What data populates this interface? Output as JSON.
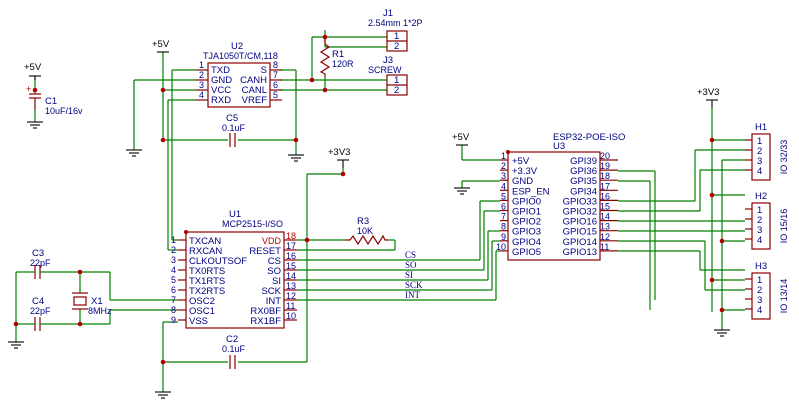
{
  "power": {
    "p5v": "+5V",
    "p3v3": "+3V3"
  },
  "c1": {
    "ref": "C1",
    "value": "10uF/16v",
    "plus": "+"
  },
  "u2": {
    "ref": "U2",
    "value": "TJA1050T/CM,118",
    "pins": [
      {
        "num": "1",
        "name": "TXD"
      },
      {
        "num": "2",
        "name": "GND"
      },
      {
        "num": "3",
        "name": "VCC"
      },
      {
        "num": "4",
        "name": "RXD"
      },
      {
        "num": "8",
        "name": "S"
      },
      {
        "num": "7",
        "name": "CANH"
      },
      {
        "num": "6",
        "name": "CANL"
      },
      {
        "num": "5",
        "name": "VREF"
      }
    ]
  },
  "r1": {
    "ref": "R1",
    "value": "120R"
  },
  "j1": {
    "ref": "J1",
    "value": "2.54mm 1*2P",
    "pins": [
      "1",
      "2"
    ]
  },
  "j3": {
    "ref": "J3",
    "value": "SCREW",
    "pins": [
      "1",
      "2"
    ]
  },
  "c5": {
    "ref": "C5",
    "value": "0.1uF"
  },
  "c2": {
    "ref": "C2",
    "value": "0.1uF"
  },
  "c3": {
    "ref": "C3",
    "value": "22pF"
  },
  "c4": {
    "ref": "C4",
    "value": "22pF"
  },
  "x1": {
    "ref": "X1",
    "value": "8MHz"
  },
  "r3": {
    "ref": "R3",
    "value": "10K"
  },
  "u1": {
    "ref": "U1",
    "value": "MCP2515-I/SO",
    "left_pins": [
      {
        "num": "1",
        "name": "TXCAN"
      },
      {
        "num": "2",
        "name": "RXCAN"
      },
      {
        "num": "3",
        "name": "CLKOUTSOF"
      },
      {
        "num": "4",
        "name": "TX0RTS"
      },
      {
        "num": "5",
        "name": "TX1RTS"
      },
      {
        "num": "6",
        "name": "TX2RTS"
      },
      {
        "num": "7",
        "name": "OSC2"
      },
      {
        "num": "8",
        "name": "OSC1"
      },
      {
        "num": "9",
        "name": "VSS"
      }
    ],
    "right_pins": [
      {
        "num": "18",
        "name": "VDD"
      },
      {
        "num": "17",
        "name": "RESET"
      },
      {
        "num": "16",
        "name": "CS"
      },
      {
        "num": "15",
        "name": "SO"
      },
      {
        "num": "14",
        "name": "SI"
      },
      {
        "num": "13",
        "name": "SCK"
      },
      {
        "num": "12",
        "name": "INT"
      },
      {
        "num": "11",
        "name": "RX0BF"
      },
      {
        "num": "10",
        "name": "RX1BF"
      }
    ]
  },
  "nets": [
    "CS",
    "SO",
    "SI",
    "SCK",
    "INT"
  ],
  "u3": {
    "ref": "U3",
    "value": "ESP32-POE-ISO",
    "left_pins": [
      {
        "num": "1",
        "name": "+5V"
      },
      {
        "num": "2",
        "name": "+3.3V"
      },
      {
        "num": "3",
        "name": "GND"
      },
      {
        "num": "4",
        "name": "ESP_EN"
      },
      {
        "num": "5",
        "name": "GPIO0"
      },
      {
        "num": "6",
        "name": "GPIO1"
      },
      {
        "num": "7",
        "name": "GPIO2"
      },
      {
        "num": "8",
        "name": "GPIO3"
      },
      {
        "num": "9",
        "name": "GPIO4"
      },
      {
        "num": "10",
        "name": "GPIO5"
      }
    ],
    "right_pins": [
      {
        "num": "20",
        "name": "GPI39"
      },
      {
        "num": "19",
        "name": "GPI36"
      },
      {
        "num": "18",
        "name": "GPI35"
      },
      {
        "num": "17",
        "name": "GPI34"
      },
      {
        "num": "16",
        "name": "GPIO33"
      },
      {
        "num": "15",
        "name": "GPIO32"
      },
      {
        "num": "14",
        "name": "GPIO16"
      },
      {
        "num": "13",
        "name": "GPIO15"
      },
      {
        "num": "12",
        "name": "GPIO14"
      },
      {
        "num": "11",
        "name": "GPIO13"
      }
    ]
  },
  "headers": [
    {
      "ref": "H1",
      "label": "IO 32/33",
      "pins": [
        "1",
        "2",
        "3",
        "4"
      ]
    },
    {
      "ref": "H2",
      "label": "IO 15/16",
      "pins": [
        "1",
        "2",
        "3",
        "4"
      ]
    },
    {
      "ref": "H3",
      "label": "IO 13/14",
      "pins": [
        "1",
        "2",
        "3",
        "4"
      ]
    }
  ]
}
